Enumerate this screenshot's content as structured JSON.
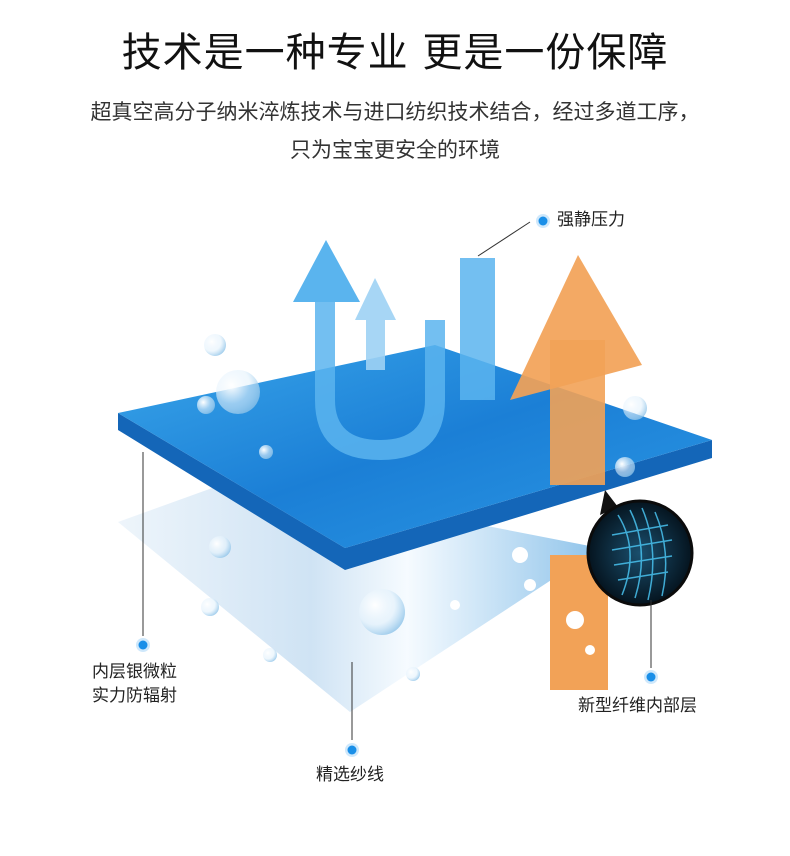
{
  "header": {
    "title": "技术是一种专业  更是一份保障",
    "subtitle_line1": "超真空高分子纳米淬炼技术与进口纺织技术结合，经过多道工序，",
    "subtitle_line2": "只为宝宝更安全的环境"
  },
  "labels": {
    "top": "强静压力",
    "left_line1": "内层银微粒",
    "left_line2": "实力防辐射",
    "middle": "精选纱线",
    "right": "新型纤维内部层"
  },
  "colors": {
    "accent": "#1a8fe8",
    "water": "#1e88d8",
    "orange": "#f2a257",
    "arrow_blue": "#5ab4ee"
  }
}
